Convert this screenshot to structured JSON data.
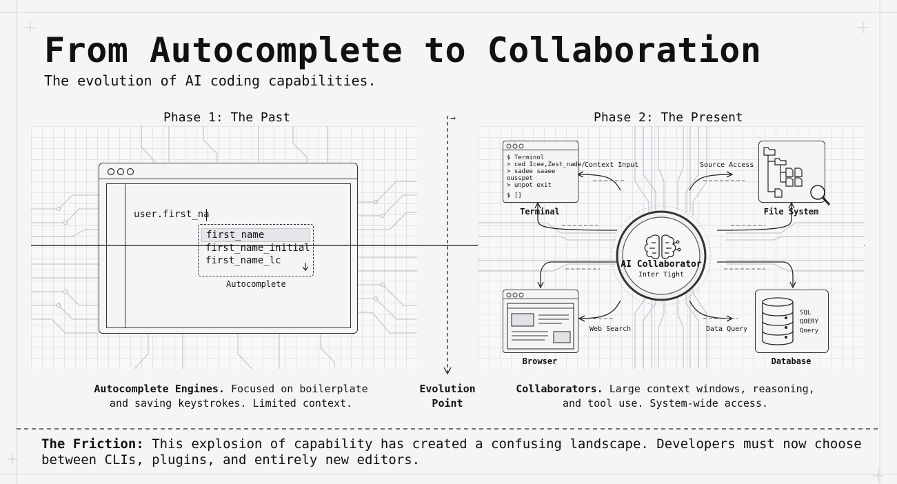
{
  "title": "From Autocomplete to Collaboration",
  "subtitle": "The evolution of AI coding capabilities.",
  "phase1": {
    "heading": "Phase 1: The Past",
    "editor_text": "user.first_na",
    "suggestions": [
      "first_name",
      "first_name_initial",
      "first_name_lc"
    ],
    "popup_label": "Autocomplete",
    "desc_bold": "Autocomplete Engines.",
    "desc_rest_1": "Focused on boilerplate",
    "desc_line_2": "and saving keystrokes. Limited context."
  },
  "evolution": {
    "line1": "Evolution",
    "line2": "Point",
    "arrow_label": "→"
  },
  "phase2": {
    "heading": "Phase 2: The Present",
    "hub_title": "AI Collaborator",
    "hub_sub": "Inter Tight",
    "terminal": {
      "label": "Terminal",
      "lines": [
        "$ Terminol",
        "> ced Icee,Zest_nade/",
        "> sadee saaee",
        "ousspet",
        "> unpot exit",
        "$ []"
      ],
      "edge": "Context Input"
    },
    "filesystem": {
      "label": "File System",
      "edge": "Source Access"
    },
    "browser": {
      "label": "Browser",
      "edge": "Web Search"
    },
    "database": {
      "label": "Database",
      "edge": "Data Query",
      "lines": [
        "SQL",
        "QOERY",
        "Qoery"
      ]
    },
    "desc_bold": "Collaborators.",
    "desc_rest_1": "Large context windows, reasoning,",
    "desc_line_2": "and tool use. System-wide access."
  },
  "friction": {
    "bold": "The Friction:",
    "text": "This explosion of capability has created a confusing landscape. Developers must now choose between CLIs, plugins, and entirely new editors."
  },
  "colors": {
    "ink": "#111111",
    "grid": "#e3e5e8",
    "background": "#f4f5f6"
  }
}
